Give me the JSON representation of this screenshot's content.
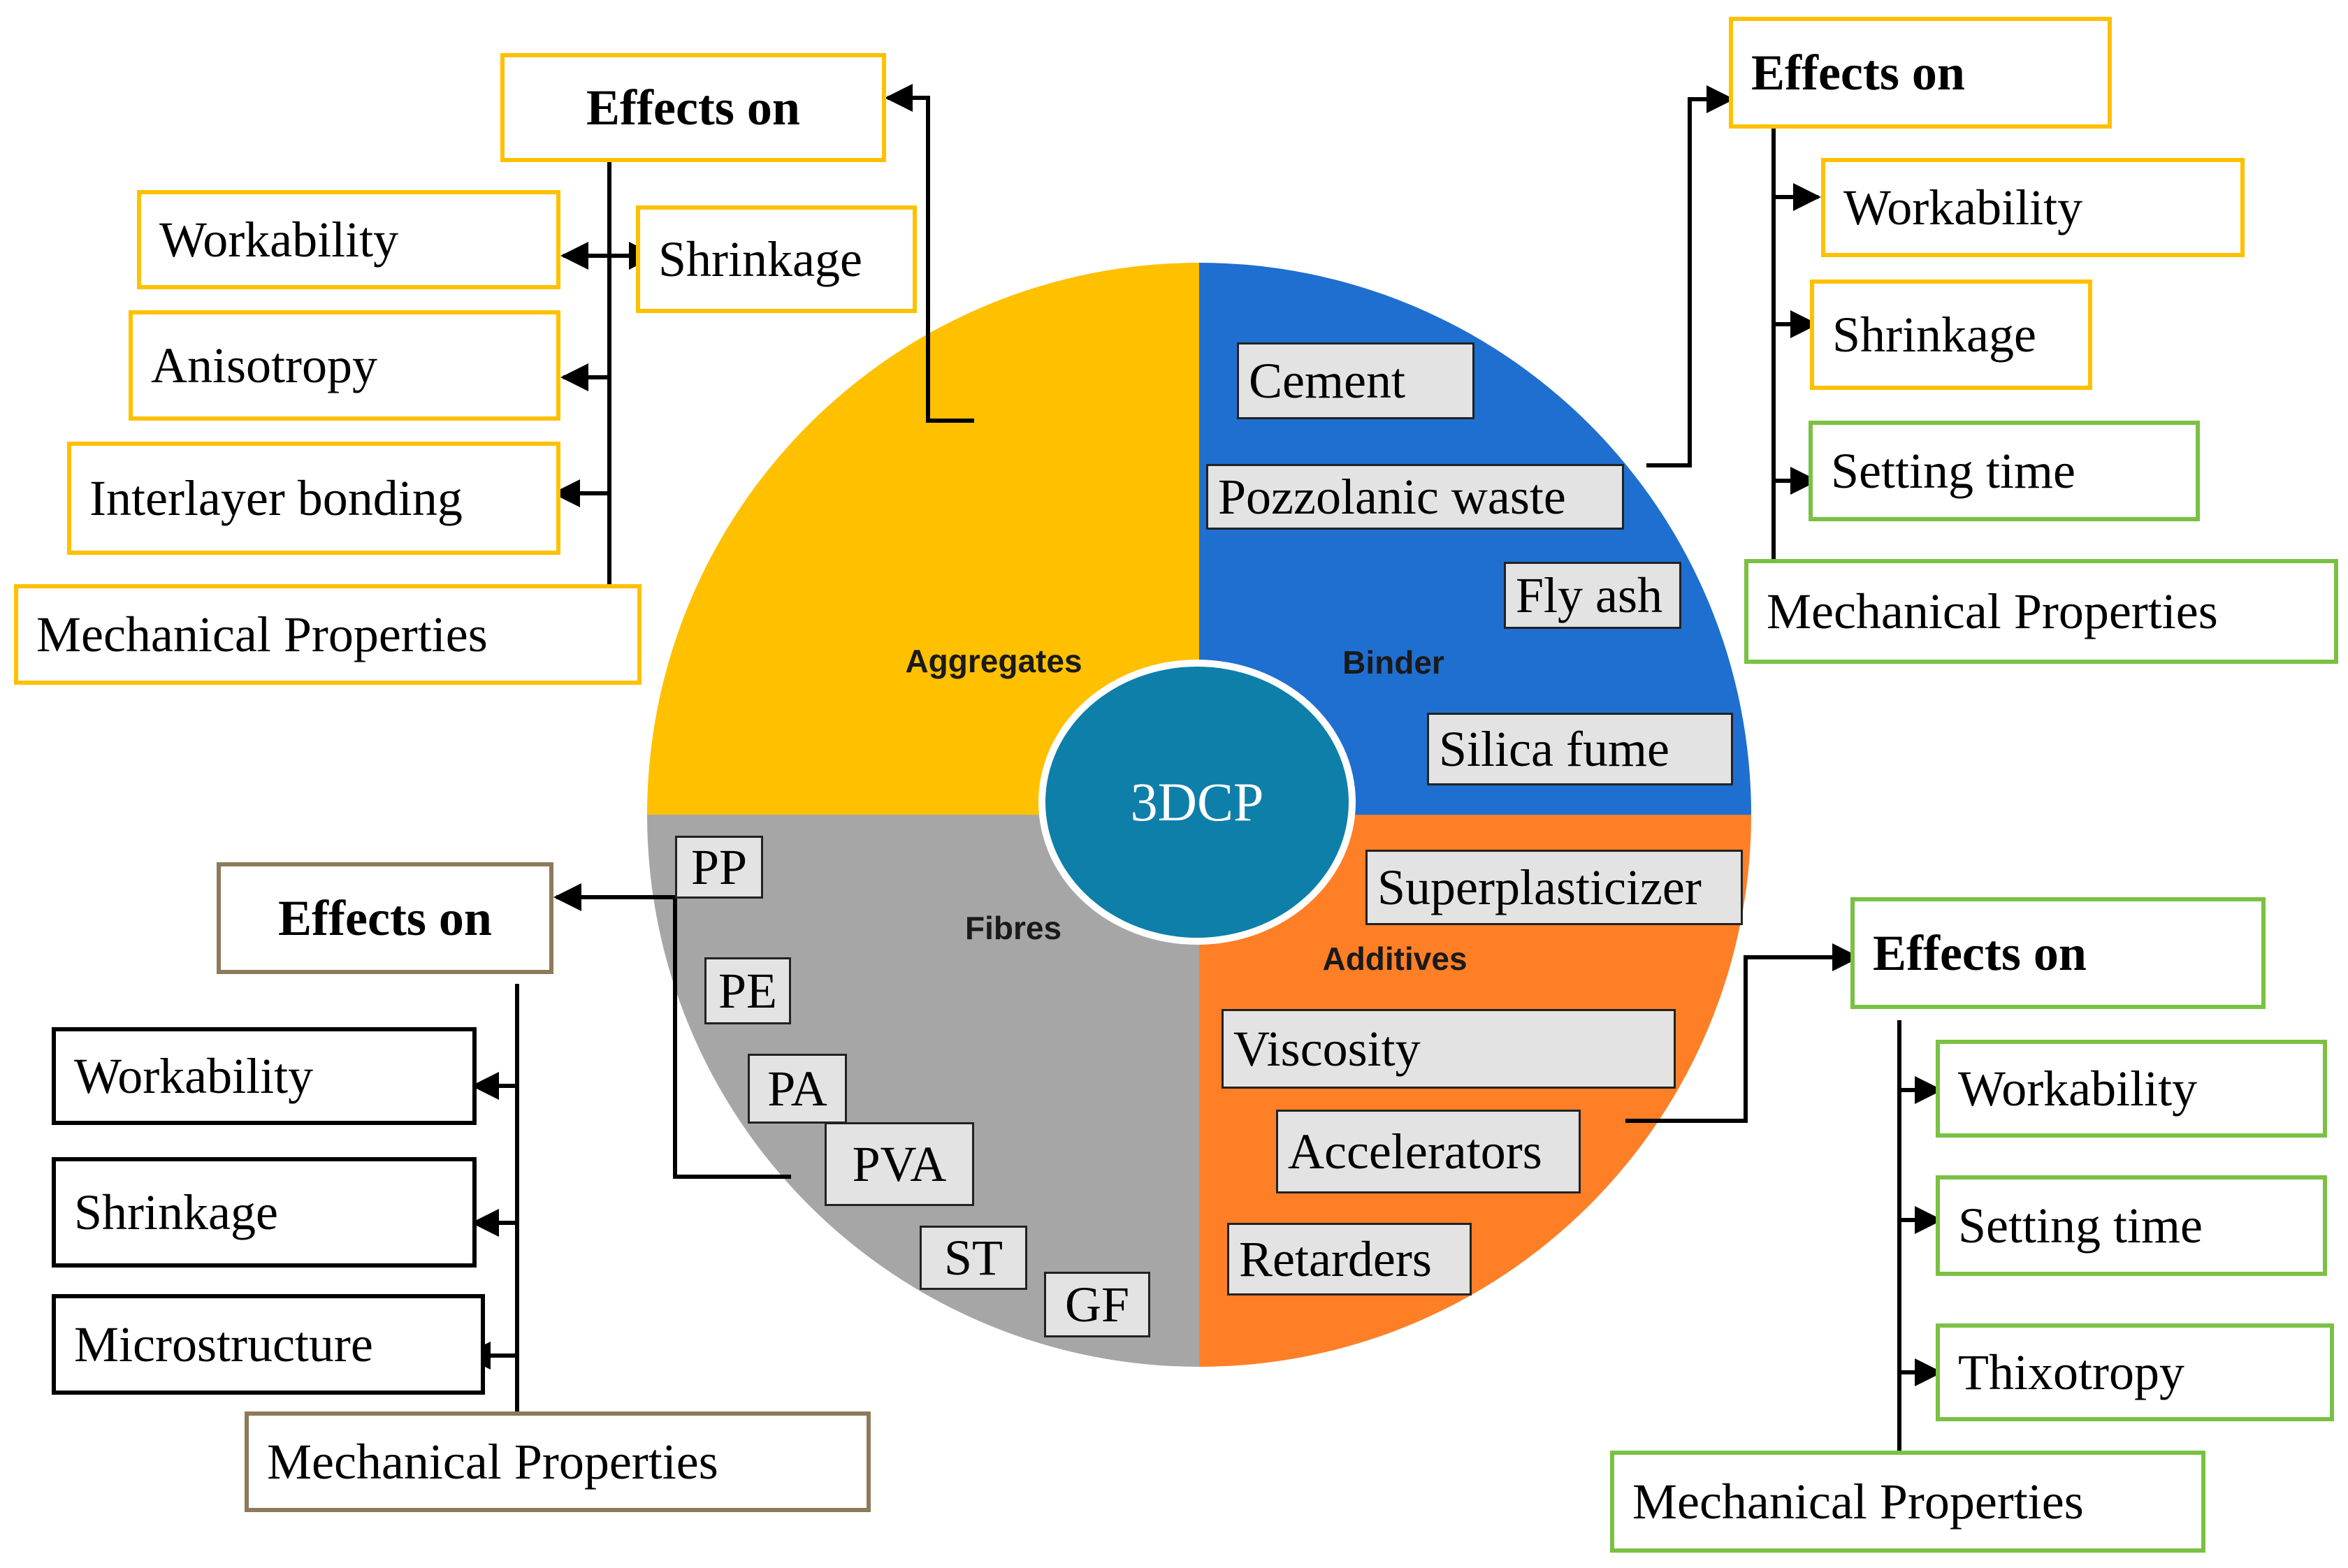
{
  "center": "3DCP",
  "colors": {
    "aggregates": "#ffc000",
    "binder": "#1f6fd0",
    "additives": "#ff7f27",
    "fibres": "#a6a6a6",
    "hub": "#0e7fa9",
    "yellow_border": "#ffc000",
    "green_border": "#7ac143",
    "brown_border": "#8c7a5a",
    "black_border": "#000000",
    "tag_fill": "#e3e3e3"
  },
  "segments": {
    "aggregates": "Aggregates",
    "binder": "Binder",
    "fibres": "Fibres",
    "additives": "Additives"
  },
  "binder_items": [
    "Cement",
    "Pozzolanic waste",
    "Fly ash",
    "Silica fume"
  ],
  "additive_items": [
    "Superplasticizer",
    "Viscosity",
    "Accelerators",
    "Retarders"
  ],
  "fibre_items": [
    "PP",
    "PE",
    "PA",
    "PVA",
    "ST",
    "GF"
  ],
  "aggregates_effects": {
    "header": "Effects on",
    "items": [
      "Shrinkage",
      "Workability",
      "Anisotropy",
      "Interlayer bonding",
      "Mechanical Properties"
    ]
  },
  "binder_effects": {
    "header": "Effects on",
    "items": [
      "Workability",
      "Shrinkage",
      "Setting time",
      "Mechanical Properties"
    ]
  },
  "fibres_effects": {
    "header": "Effects on",
    "items": [
      "Workability",
      "Shrinkage",
      "Microstructure",
      "Mechanical Properties"
    ]
  },
  "additives_effects": {
    "header": "Effects on",
    "items": [
      "Workability",
      "Setting time",
      "Thixotropy",
      "Mechanical Properties"
    ]
  }
}
